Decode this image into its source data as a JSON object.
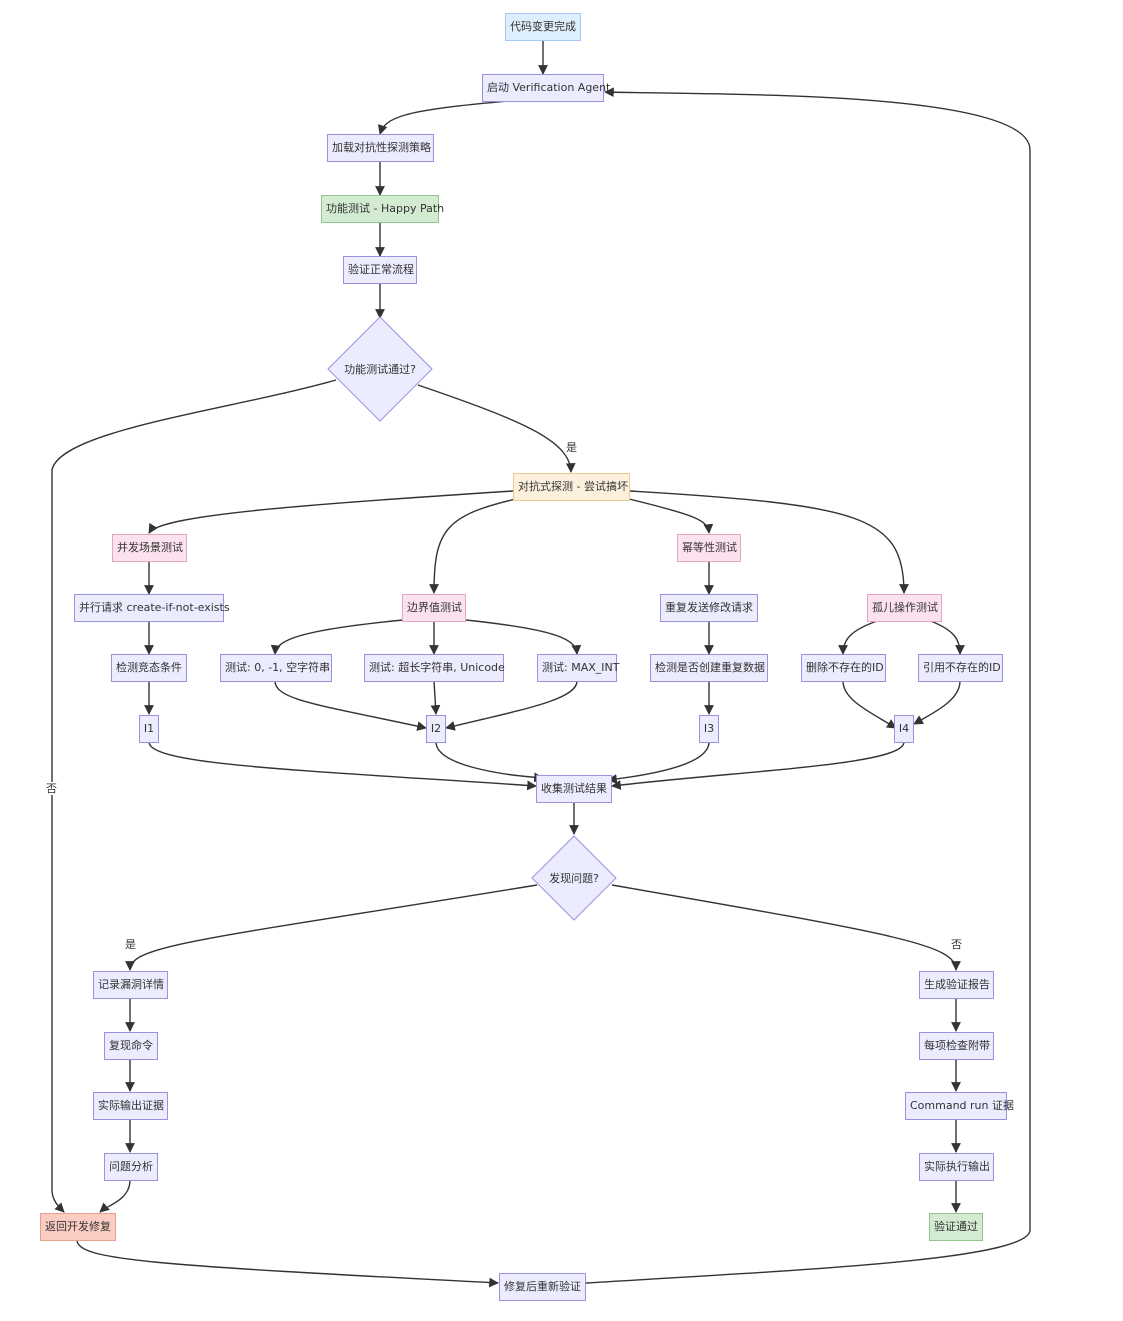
{
  "colors": {
    "default_fill": "#ececff",
    "default_border": "#9f8fe0",
    "start_fill": "#ddeefc",
    "functional_fill": "#d3ecd1",
    "adversarial_fill": "#fdf1de",
    "probe_fill": "#fbe2ee",
    "fail_fill": "#fbcdc2",
    "pass_fill": "#d3ecd1",
    "edge": "#333333"
  },
  "nodes": {
    "start": "代码变更完成",
    "launch": "启动 Verification Agent",
    "load": "加载对抗性探测策略",
    "functional": "功能测试 - Happy Path",
    "verify_normal": "验证正常流程",
    "func_pass": "功能测试通过?",
    "adversarial": "对抗式探测 - 尝试搞坏",
    "concurrency": "并发场景测试",
    "boundary": "边界值测试",
    "idempotency": "幂等性测试",
    "orphan": "孤儿操作测试",
    "parallel_req": "并行请求 create-if-not-exists",
    "race": "检测竞态条件",
    "test_zero": "测试: 0, -1, 空字符串",
    "test_long": "测试: 超长字符串, Unicode",
    "test_max": "测试: MAX_INT",
    "resend": "重复发送修改请求",
    "dup_check": "检测是否创建重复数据",
    "del_missing": "删除不存在的ID",
    "ref_missing": "引用不存在的ID",
    "i1": "I1",
    "i2": "I2",
    "i3": "I3",
    "i4": "I4",
    "collect": "收集测试结果",
    "found": "发现问题?",
    "record": "记录漏洞详情",
    "repro": "复现命令",
    "evidence": "实际输出证据",
    "analysis": "问题分析",
    "return_fix": "返回开发修复",
    "gen_report": "生成验证报告",
    "each_check": "每项检查附带",
    "cmd_run": "Command run 证据",
    "actual_out": "实际执行输出",
    "passed": "验证通过",
    "reverify": "修复后重新验证"
  },
  "edge_labels": {
    "func_yes": "是",
    "func_no": "否",
    "found_yes": "是",
    "found_no": "否"
  }
}
